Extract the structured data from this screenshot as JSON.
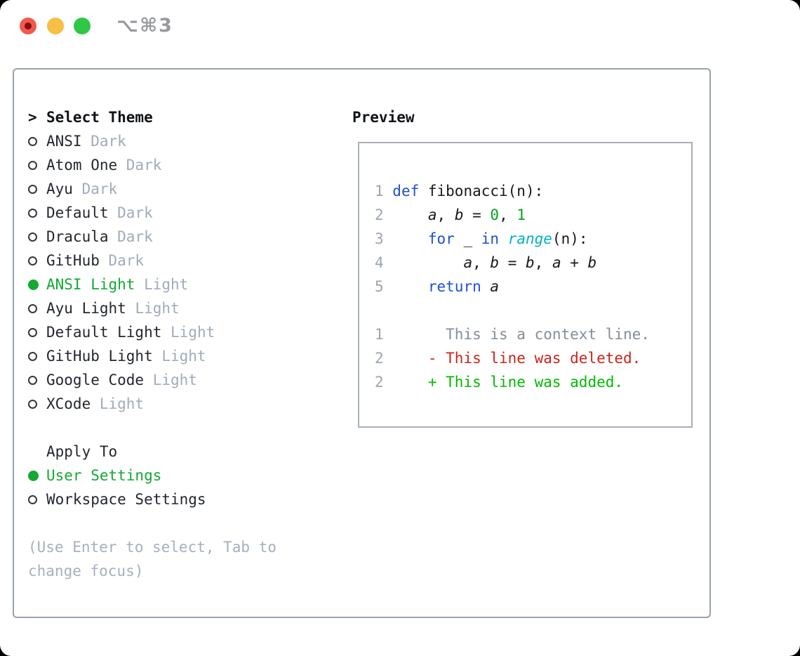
{
  "window": {
    "title": "⌥⌘3"
  },
  "theme_selector": {
    "prompt": ">",
    "header": "Select Theme",
    "themes": [
      {
        "name": "ANSI",
        "tag": "Dark",
        "selected": false
      },
      {
        "name": "Atom One",
        "tag": "Dark",
        "selected": false
      },
      {
        "name": "Ayu",
        "tag": "Dark",
        "selected": false
      },
      {
        "name": "Default",
        "tag": "Dark",
        "selected": false
      },
      {
        "name": "Dracula",
        "tag": "Dark",
        "selected": false
      },
      {
        "name": "GitHub",
        "tag": "Dark",
        "selected": false
      },
      {
        "name": "ANSI Light",
        "tag": "Light",
        "selected": true
      },
      {
        "name": "Ayu Light",
        "tag": "Light",
        "selected": false
      },
      {
        "name": "Default Light",
        "tag": "Light",
        "selected": false
      },
      {
        "name": "GitHub Light",
        "tag": "Light",
        "selected": false
      },
      {
        "name": "Google Code",
        "tag": "Light",
        "selected": false
      },
      {
        "name": "XCode",
        "tag": "Light",
        "selected": false
      }
    ]
  },
  "apply_to": {
    "header": "Apply To",
    "options": [
      {
        "label": "User Settings",
        "selected": true
      },
      {
        "label": "Workspace Settings",
        "selected": false
      }
    ]
  },
  "hint": "(Use Enter to select, Tab to change focus)",
  "preview": {
    "header": "Preview",
    "code_lines": [
      {
        "num": "1",
        "tokens": [
          {
            "t": "def",
            "c": "keyword"
          },
          {
            "t": " fibonacci(n):",
            "c": "plain"
          }
        ]
      },
      {
        "num": "2",
        "tokens": [
          {
            "t": "    ",
            "c": "plain"
          },
          {
            "t": "a",
            "c": "variable"
          },
          {
            "t": ", ",
            "c": "plain"
          },
          {
            "t": "b",
            "c": "variable"
          },
          {
            "t": " = ",
            "c": "plain"
          },
          {
            "t": "0",
            "c": "number"
          },
          {
            "t": ", ",
            "c": "plain"
          },
          {
            "t": "1",
            "c": "number"
          }
        ]
      },
      {
        "num": "3",
        "tokens": [
          {
            "t": "    ",
            "c": "plain"
          },
          {
            "t": "for",
            "c": "keyword"
          },
          {
            "t": " _ ",
            "c": "plain"
          },
          {
            "t": "in",
            "c": "keyword"
          },
          {
            "t": " ",
            "c": "plain"
          },
          {
            "t": "range",
            "c": "builtin"
          },
          {
            "t": "(n):",
            "c": "plain"
          }
        ]
      },
      {
        "num": "4",
        "tokens": [
          {
            "t": "        ",
            "c": "plain"
          },
          {
            "t": "a",
            "c": "variable"
          },
          {
            "t": ", ",
            "c": "plain"
          },
          {
            "t": "b",
            "c": "variable"
          },
          {
            "t": " = ",
            "c": "plain"
          },
          {
            "t": "b",
            "c": "variable"
          },
          {
            "t": ", ",
            "c": "plain"
          },
          {
            "t": "a",
            "c": "variable"
          },
          {
            "t": " + ",
            "c": "plain"
          },
          {
            "t": "b",
            "c": "variable"
          }
        ]
      },
      {
        "num": "5",
        "tokens": [
          {
            "t": "    ",
            "c": "plain"
          },
          {
            "t": "return",
            "c": "keyword"
          },
          {
            "t": " ",
            "c": "plain"
          },
          {
            "t": "a",
            "c": "variable"
          }
        ]
      }
    ],
    "diff_lines": [
      {
        "num": "1",
        "body": "      This is a context line.",
        "type": "context"
      },
      {
        "num": "2",
        "body": "    - This line was deleted.",
        "type": "deleted"
      },
      {
        "num": "2",
        "body": "    + This line was added.",
        "type": "added"
      }
    ]
  },
  "colors": {
    "accent_green": "#13a932",
    "keyword_blue": "#1d4fd8",
    "builtin_cyan": "#00b2c2",
    "number_green": "#00a316",
    "added_green": "#00ba00",
    "deleted_red": "#c9241a",
    "muted_gray": "#a0abbb",
    "border_gray": "#99a2ad",
    "traffic_red": "#f2574e",
    "traffic_yellow": "#f6bf45",
    "traffic_green": "#2ec748"
  }
}
